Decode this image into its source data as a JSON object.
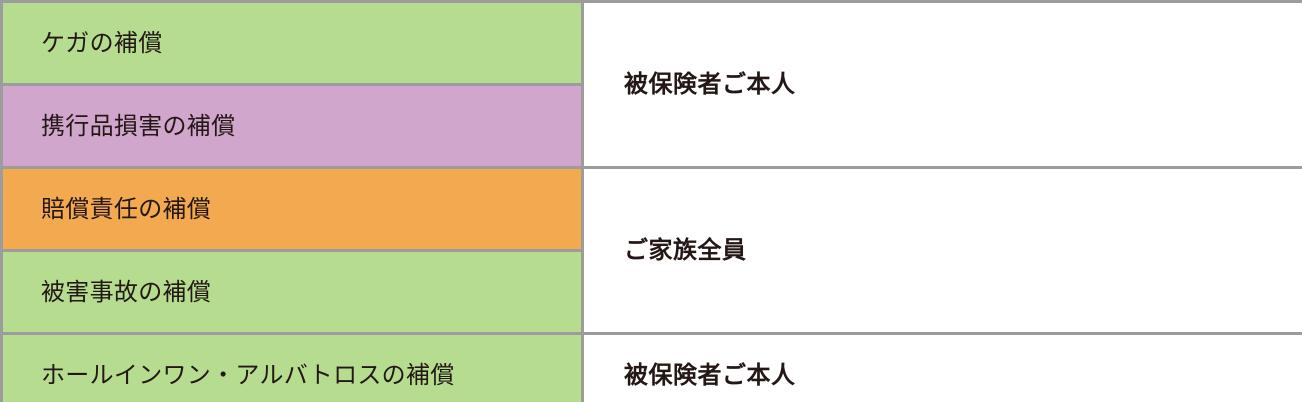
{
  "table": {
    "rows": [
      {
        "category": "ケガの補償",
        "bg": "green",
        "bg_hex": "#b6dd8f"
      },
      {
        "category": "携行品損害の補償",
        "bg": "purple",
        "bg_hex": "#d0a6cd"
      },
      {
        "category": "賠償責任の補償",
        "bg": "orange",
        "bg_hex": "#f3a94f"
      },
      {
        "category": "被害事故の補償",
        "bg": "green",
        "bg_hex": "#b6dd8f"
      },
      {
        "category": "ホールインワン・アルバトロスの補償",
        "bg": "green",
        "bg_hex": "#b6dd8f"
      }
    ],
    "covered_persons": [
      {
        "label": "被保険者ご本人",
        "span": 2
      },
      {
        "label": "ご家族全員",
        "span": 2
      },
      {
        "label": "被保険者ご本人",
        "span": 1
      }
    ],
    "colors": {
      "border": "#9c9c9c",
      "text": "#231815",
      "cell_background": "#ffffff"
    }
  }
}
